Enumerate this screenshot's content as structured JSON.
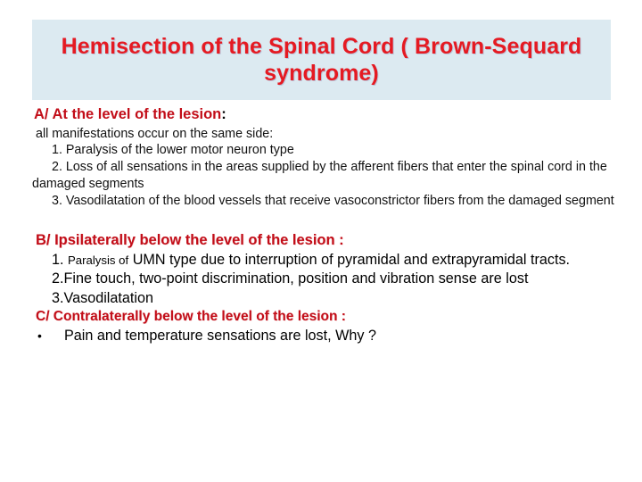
{
  "slide": {
    "background_color": "#ffffff",
    "title": {
      "text": "Hemisection of the Spinal Cord ( Brown-Sequard syndrome)",
      "banner_color": "#dceaf1",
      "text_color": "#e51a22"
    },
    "sections": [
      {
        "id": "A",
        "heading": "A/ At the level of the lesion",
        "heading_colon": ":",
        "heading_color": "#c20d18",
        "lead": "all manifestations occur on the same side:",
        "items": [
          "1. Paralysis of the lower motor neuron type",
          "2. Loss of all sensations in the areas supplied by the afferent fibers that enter the spinal cord in the damaged segments",
          "3. Vasodilatation of the blood vessels that receive vasoconstrictor fibers from the damaged segment"
        ]
      },
      {
        "id": "B",
        "heading": "B/ Ipsilaterally below the level of the lesion :",
        "heading_color": "#c20d18",
        "item1_num": "1.",
        "item1_small": "Paralysis of",
        "item1_rest": "UMN type due to interruption of pyramidal and extrapyramidal tracts.",
        "items": [
          "2.Fine touch, two-point discrimination, position and vibration sense are lost",
          "3.Vasodilatation"
        ]
      },
      {
        "id": "C",
        "heading": "C/ Contralaterally below the level of the lesion :",
        "heading_color": "#c20d18",
        "bullet_glyph": "•",
        "bullet_text": "Pain and temperature sensations are lost, Why ?"
      }
    ]
  }
}
